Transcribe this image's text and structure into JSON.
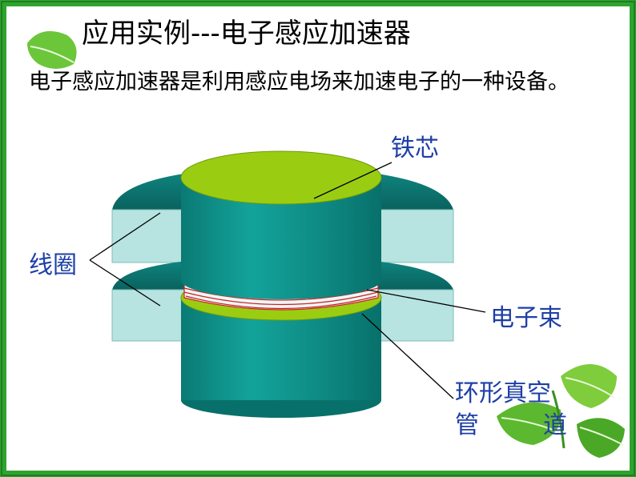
{
  "title": "应用实例---电子感应加速器",
  "intro": "电子感应加速器是利用感应电场来加速电子的一种设备。",
  "labels": {
    "iron_core": "铁芯",
    "coil": "线圈",
    "electron_beam": "电子束",
    "vacuum_tube_line1": "环形真空",
    "vacuum_tube_line2a": "管",
    "vacuum_tube_line2b": "道"
  },
  "colors": {
    "frame": "#2fa32f",
    "core_top": "#9acd12",
    "core_side": "#0f8e86",
    "coil_top": "#0c6e6b",
    "coil_side": "#b7e3e1",
    "label": "#1f3fa6",
    "beam": "#cc2222"
  }
}
